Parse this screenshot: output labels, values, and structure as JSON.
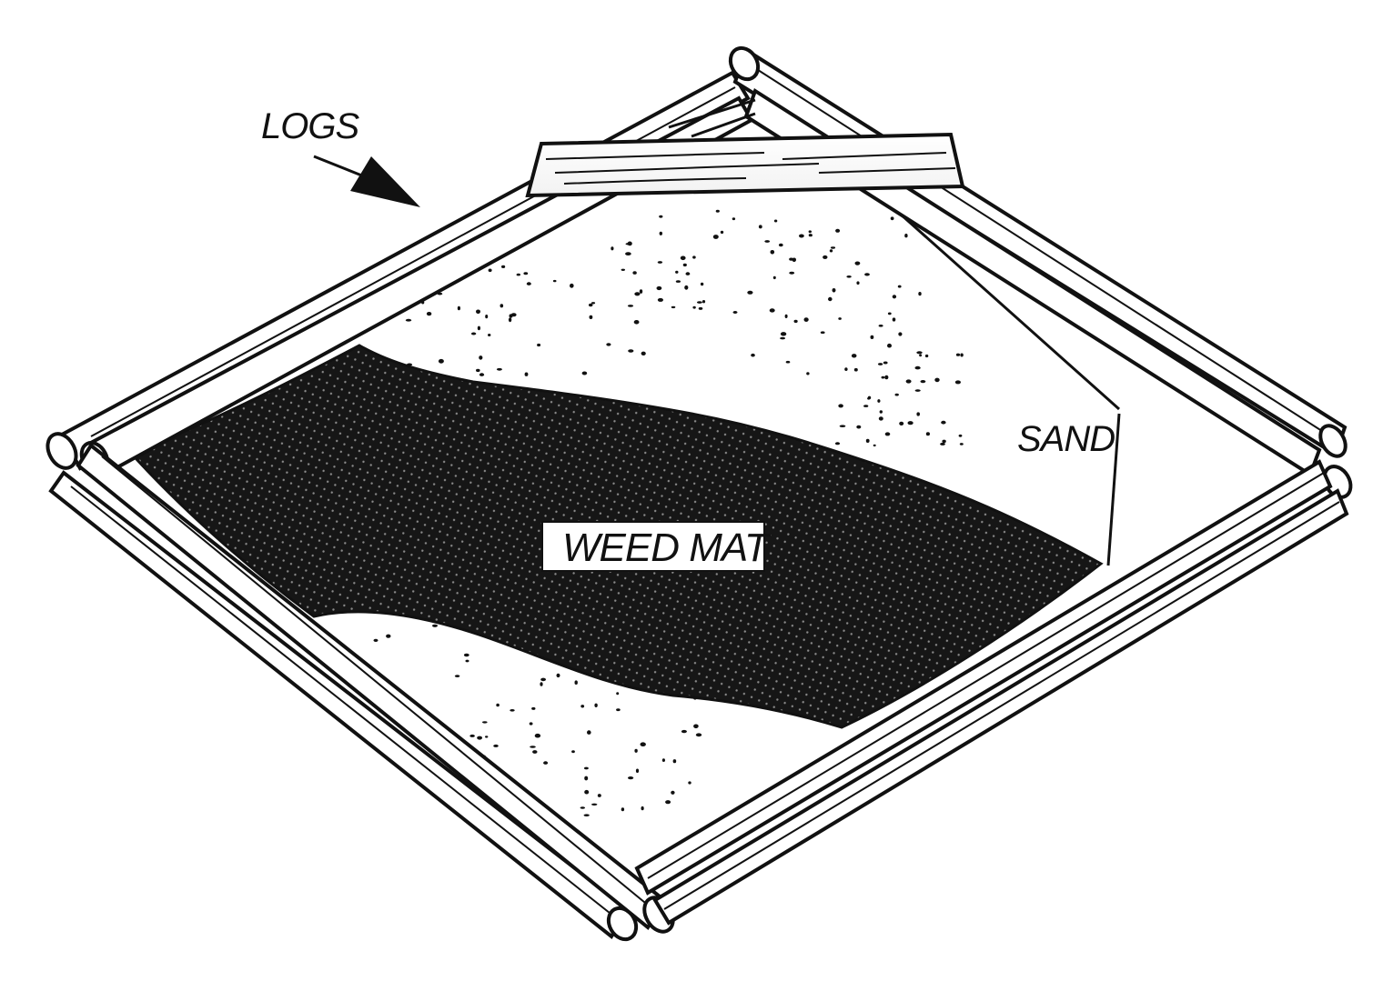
{
  "labels": {
    "logs": "LOGS",
    "sand": "SAND",
    "weed_mat": "WEED MAT"
  },
  "colors": {
    "ink": "#111111",
    "paper": "#ffffff",
    "mat": "#161616"
  },
  "icons": {
    "pointer": "arrow-icon"
  }
}
